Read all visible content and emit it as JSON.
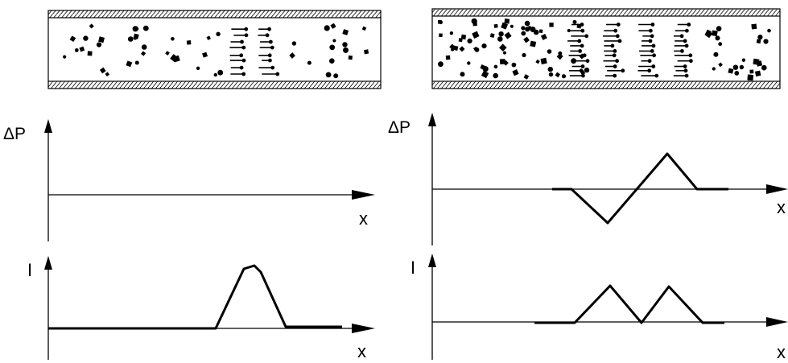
{
  "colors": {
    "ink": "#000000",
    "background": "#ffffff"
  },
  "tubes": [
    {
      "id": "left-tube",
      "description_free": true
    },
    {
      "id": "right-tube",
      "description_free": true
    }
  ],
  "plots": {
    "left_pressure": {
      "ylabel": "ΔP",
      "xlabel": "x"
    },
    "left_current": {
      "ylabel": "I",
      "xlabel": "x"
    },
    "right_pressure": {
      "ylabel": "ΔP",
      "xlabel": "x"
    },
    "right_current": {
      "ylabel": "I",
      "xlabel": "x"
    }
  }
}
